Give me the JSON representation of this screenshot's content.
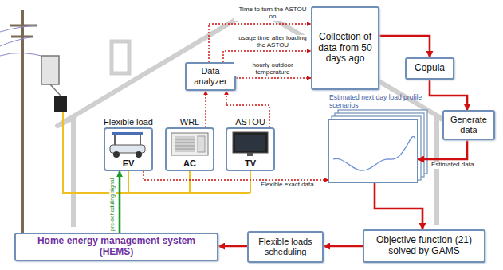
{
  "diagram": {
    "nodes": [
      {
        "text": [
          "Flexible load",
          "EV"
        ]
      },
      {
        "text": [
          "WRL",
          "AC"
        ]
      },
      {
        "text": [
          "ASTOU",
          "TV"
        ]
      },
      {
        "text": [
          "Data analyzer"
        ]
      },
      {
        "text": [
          "Collection of data from 50 days ago"
        ]
      },
      {
        "text": [
          "Copula"
        ]
      },
      {
        "text": [
          "Generate data"
        ]
      },
      {
        "text": [
          "Estimated next day load profile scenarios"
        ]
      },
      {
        "text": [
          "Objective function (21) solved by GAMS"
        ]
      },
      {
        "text": [
          "Flexible loads scheduling"
        ]
      },
      {
        "text": [
          "Home energy management system (HEMS)"
        ]
      }
    ],
    "edges": [
      {
        "from": 3,
        "to": 4,
        "arrow": "to",
        "label": "Time to turn the ASTOU on"
      },
      {
        "from": 3,
        "to": 4,
        "arrow": "to",
        "label": "usage time after loading the ASTOU"
      },
      {
        "from": 3,
        "to": 4,
        "arrow": "to",
        "label": "hourly outdoor temperature"
      },
      {
        "from": 1,
        "to": 3,
        "arrow": "to"
      },
      {
        "from": 2,
        "to": 3,
        "arrow": "to"
      },
      {
        "from": 4,
        "to": 5,
        "arrow": "to"
      },
      {
        "from": 5,
        "to": 6,
        "arrow": "to"
      },
      {
        "from": 6,
        "to": 7,
        "arrow": "to",
        "label": "Estimated data"
      },
      {
        "from": 0,
        "to": 7,
        "arrow": "to",
        "label": "Flexible exact data"
      },
      {
        "from": 7,
        "to": 8,
        "arrow": "to"
      },
      {
        "from": 8,
        "to": 9,
        "arrow": "to"
      },
      {
        "from": 9,
        "to": 10,
        "arrow": "to"
      },
      {
        "from": 10,
        "to": 0,
        "arrow": "to",
        "label": "pre-scheduling signal"
      }
    ]
  }
}
